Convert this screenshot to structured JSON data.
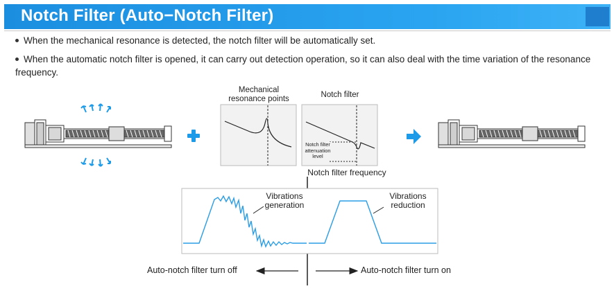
{
  "title": "Notch Filter (Auto−Notch Filter)",
  "bullets": [
    "When the mechanical resonance is detected, the notch filter will be automatically set.",
    "When the automatic notch filter is opened, it can carry out detection operation, so it can also deal with the time variation of the resonance frequency."
  ],
  "resonance_panel": {
    "title_line1": "Mechanical",
    "title_line2": "resonance points"
  },
  "notch_panel": {
    "title": "Notch filter",
    "attenuation_line1": "Notch filter",
    "attenuation_line2": "attenuation",
    "attenuation_line3": "level",
    "frequency_label": "Notch filter frequency"
  },
  "vibration_panel": {
    "left_line1": "Vibrations",
    "left_line2": "generation",
    "right_line1": "Vibrations",
    "right_line2": "reduction",
    "off_label": "Auto-notch filter turn off",
    "on_label": "Auto-notch filter turn on"
  },
  "icons": {
    "plus": "plus-icon",
    "arrow": "arrow-right-icon",
    "vibration": "vibration-arrow-icon",
    "actuator": "ball-screw-actuator-icon"
  },
  "colors": {
    "title_bar": "#1b8ee0",
    "accent": "#1e9be8",
    "waveform": "#2a9de6"
  }
}
